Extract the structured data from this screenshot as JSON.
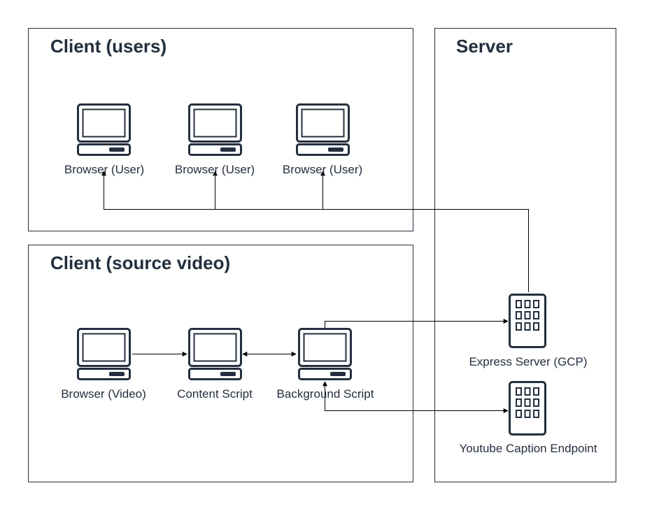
{
  "groups": {
    "client_users": {
      "title": "Client (users)"
    },
    "client_source": {
      "title": "Client (source video)"
    },
    "server": {
      "title": "Server"
    }
  },
  "nodes": {
    "browser_user_1": {
      "label": "Browser (User)",
      "icon": "desktop-icon"
    },
    "browser_user_2": {
      "label": "Browser (User)",
      "icon": "desktop-icon"
    },
    "browser_user_3": {
      "label": "Browser (User)",
      "icon": "desktop-icon"
    },
    "browser_video": {
      "label": "Browser (Video)",
      "icon": "desktop-icon"
    },
    "content_script": {
      "label": "Content Script",
      "icon": "desktop-icon"
    },
    "background_script": {
      "label": "Background Script",
      "icon": "desktop-icon"
    },
    "express_server": {
      "label": "Express Server (GCP)",
      "icon": "building-icon"
    },
    "youtube_endpoint": {
      "label": "Youtube Caption Endpoint",
      "icon": "building-icon"
    }
  },
  "colors": {
    "stroke": "#232f3e",
    "line": "#000000",
    "text": "#232f3e"
  }
}
